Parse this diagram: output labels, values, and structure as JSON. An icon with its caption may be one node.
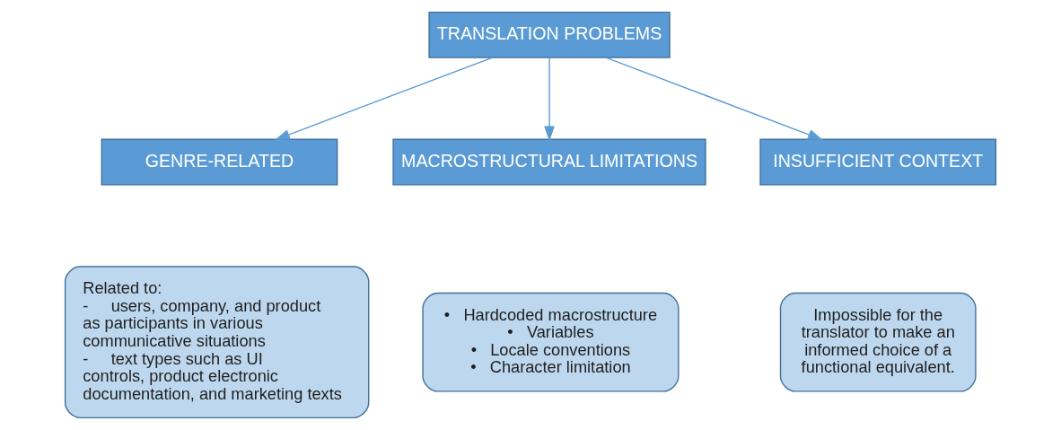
{
  "diagram": {
    "nodes": [
      {
        "text": [
          "TRANSLATION PROBLEMS"
        ]
      },
      {
        "text": [
          "GENRE-RELATED"
        ]
      },
      {
        "text": [
          "Related to:",
          "-     users, company, and product as participants in various communicative situations",
          "-     text types such as UI controls, product electronic documentation, and marketing texts"
        ]
      },
      {
        "text": [
          "MACROSTRUCTURAL LIMITATIONS"
        ]
      },
      {
        "text": [
          "•   Hardcoded macrostructure",
          "•   Variables",
          "•   Locale conventions",
          "•   Character limitation"
        ]
      },
      {
        "text": [
          "INSUFFICIENT CONTEXT"
        ]
      },
      {
        "text": [
          "Impossible for the translator to make an informed choice of a functional equivalent."
        ]
      }
    ],
    "edges": [
      {
        "from": 0,
        "to": 1,
        "arrow": "to"
      },
      {
        "from": 0,
        "to": 3,
        "arrow": "to"
      },
      {
        "from": 0,
        "to": 5,
        "arrow": "to"
      }
    ]
  }
}
